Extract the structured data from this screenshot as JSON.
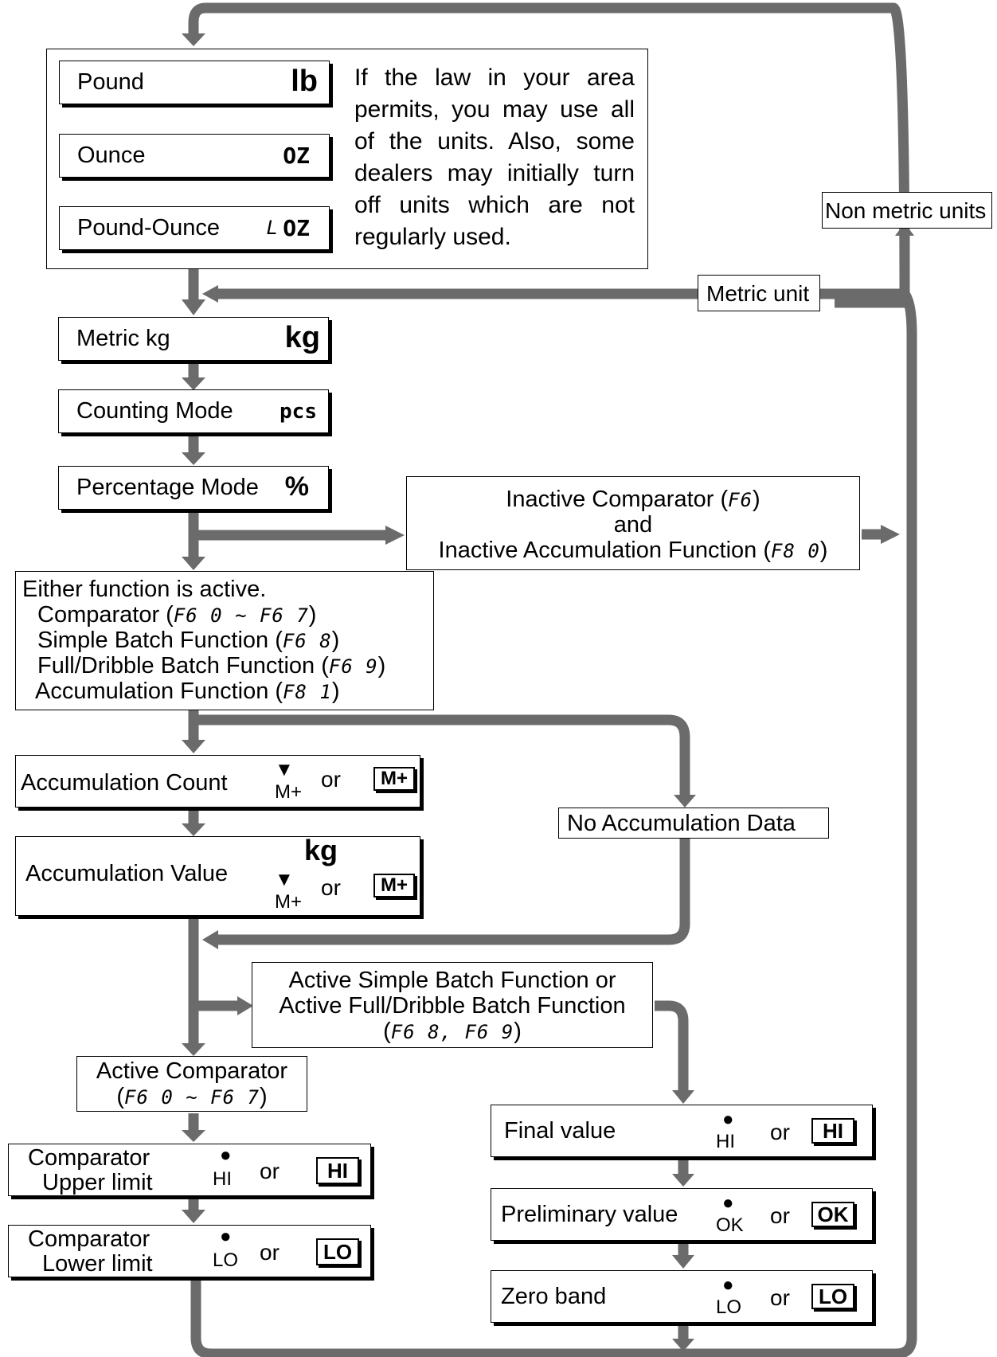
{
  "unit_boxes": {
    "pound": {
      "label": "Pound",
      "unit": "lb"
    },
    "ounce": {
      "label": "Ounce",
      "unit": "OZ"
    },
    "pound_ounce": {
      "label": "Pound-Ounce",
      "unit_a": "L",
      "unit_b": "OZ"
    },
    "metric_kg": {
      "label": "Metric kg",
      "unit": "kg"
    },
    "counting": {
      "label": "Counting Mode",
      "unit": "pcs"
    },
    "percentage": {
      "label": "Percentage Mode",
      "unit": "%"
    }
  },
  "note": "If the law in your area permits, you may use all of the units. Also, some dealers may initially turn off units which are not regularly used.",
  "tags": {
    "non_metric": "Non metric units",
    "metric": "Metric unit",
    "no_accum": "No Accumulation Data"
  },
  "inactive": {
    "line1": "Inactive Comparator (",
    "code1": "F6",
    "line2": "and",
    "line3": "Inactive Accumulation Function (",
    "code3": "F8 0"
  },
  "either": {
    "head": "Either function is active.",
    "comparator": "Comparator (",
    "comparator_code": "F6 0 ~ F6 7",
    "simple": "Simple Batch Function (",
    "simple_code": "F6 8",
    "full": "Full/Dribble Batch Function (",
    "full_code": "F6 9",
    "accum": "Accumulation Function (",
    "accum_code": "F8 1"
  },
  "accum_count": {
    "label": "Accumulation Count",
    "indicator": "M+",
    "or": "or",
    "key": "M+"
  },
  "accum_value": {
    "label": "Accumulation Value",
    "unit": "kg",
    "indicator": "M+",
    "or": "or",
    "key": "M+"
  },
  "batch": {
    "line1": "Active Simple Batch Function  or",
    "line2": "Active Full/Dribble Batch Function",
    "code": "F6 8, F6 9"
  },
  "active_comp": {
    "line1": "Active Comparator",
    "code": "F6 0 ~ F6 7"
  },
  "upper": {
    "line1": "Comparator",
    "line2": "Upper limit",
    "lamp": "HI",
    "or": "or",
    "key": "HI"
  },
  "lower": {
    "line1": "Comparator",
    "line2": "Lower limit",
    "lamp": "LO",
    "or": "or",
    "key": "LO"
  },
  "final": {
    "label": "Final value",
    "lamp": "HI",
    "or": "or",
    "key": "HI"
  },
  "prelim": {
    "label": "Preliminary value",
    "lamp": "OK",
    "or": "or",
    "key": "OK"
  },
  "zero": {
    "label": "Zero band",
    "lamp": "LO",
    "or": "or",
    "key": "LO"
  },
  "colors": {
    "arrow": "#6b6b6b",
    "ink": "#000000"
  }
}
